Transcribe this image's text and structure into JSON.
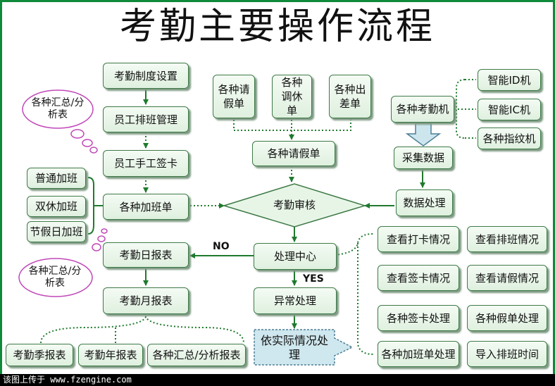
{
  "title": "考勤主要操作流程",
  "nodes": {
    "n1": "考勤制度设置",
    "n2": "员工排班管理",
    "n3": "员工手工签卡",
    "n4": "各种加班单",
    "n5": "考勤日报表",
    "n6": "考勤月报表",
    "ot1": "普通加班",
    "ot2": "双休加班",
    "ot3": "节假日加班",
    "lv1": "各种请假单",
    "lv2": "各种调休单",
    "lv3": "各种出差单",
    "lv_merge": "各种请假单",
    "audit": "考勤审核",
    "center": "处理中心",
    "exception": "异常处理",
    "actual": "依实际情况处理",
    "mach": "各种考勤机",
    "collect": "采集数据",
    "dataproc": "数据处理",
    "m1": "智能ID机",
    "m2": "智能IC机",
    "m3": "各种指纹机",
    "r1": "考勤季报表",
    "r2": "考勤年报表",
    "r3": "各种汇总/分析报表",
    "v1": "查看打卡情况",
    "v2": "查看排班情况",
    "v3": "查看签卡情况",
    "v4": "查看请假情况",
    "v5": "各种签卡处理",
    "v6": "各种假单处理",
    "v7": "各种加班单处理",
    "v8": "导入排班时间"
  },
  "clouds": {
    "c1": "各种汇总/分析表",
    "c2": "各种汇总/分析表"
  },
  "labels": {
    "no": "NO",
    "yes": "YES"
  },
  "footer": "该图上传于 www.fzengine.com"
}
